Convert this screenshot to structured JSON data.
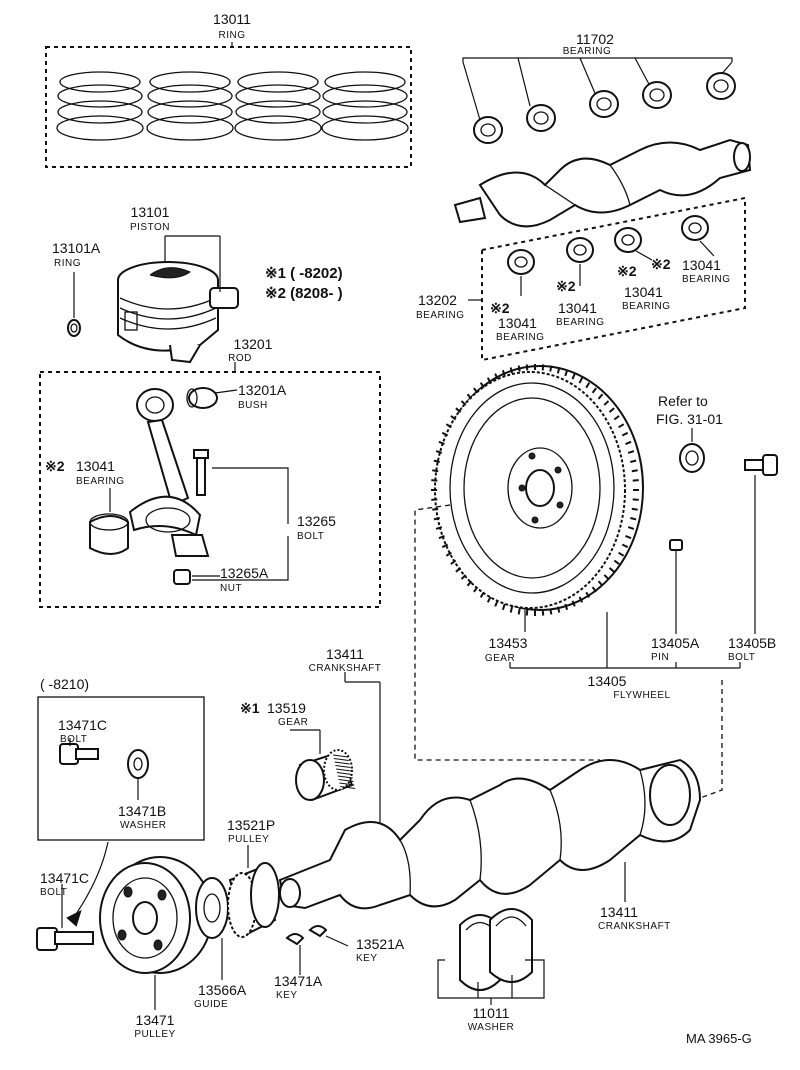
{
  "parts": {
    "ring_set": {
      "number": "13011",
      "name": "RING"
    },
    "piston": {
      "number": "13101",
      "name": "PISTON"
    },
    "piston_ring": {
      "number": "13101A",
      "name": "RING"
    },
    "rod": {
      "number": "13201",
      "name": "ROD"
    },
    "bush": {
      "number": "13201A",
      "name": "BUSH"
    },
    "rod_bearing": {
      "number": "13041",
      "name": "BEARING",
      "mark": "※2"
    },
    "rod_bolt": {
      "number": "13265",
      "name": "BOLT"
    },
    "rod_nut": {
      "number": "13265A",
      "name": "NUT"
    },
    "main_bearing_upper": {
      "number": "11702",
      "name": "BEARING"
    },
    "main_bearing_set": {
      "number": "13202",
      "name": "BEARING"
    },
    "main_bearing_a": {
      "number": "13041",
      "name": "BEARING",
      "mark": "※2"
    },
    "main_bearing_b": {
      "number": "13041",
      "name": "BEARING",
      "mark": "※2"
    },
    "main_bearing_c": {
      "number": "13041",
      "name": "BEARING",
      "mark": "※2"
    },
    "main_bearing_d": {
      "number": "13041",
      "name": "BEARING",
      "mark": "※2"
    },
    "pilot_bearing_note": {
      "line1": "Refer to",
      "line2": "FIG. 31-01"
    },
    "ring_gear": {
      "number": "13453",
      "name": "GEAR"
    },
    "fw_pin": {
      "number": "13405A",
      "name": "PIN"
    },
    "fw_bolt": {
      "number": "13405B",
      "name": "BOLT"
    },
    "flywheel": {
      "number": "13405",
      "name": "FLYWHEEL"
    },
    "crankshaft_top": {
      "number": "13411",
      "name": "CRANKSHAFT"
    },
    "crank_gear": {
      "number": "13519",
      "name": "GEAR",
      "mark": "※1"
    },
    "inset_bolt": {
      "number": "13471C",
      "name": "BOLT"
    },
    "inset_washer": {
      "number": "13471B",
      "name": "WASHER"
    },
    "pulley_bolt": {
      "number": "13471C",
      "name": "BOLT"
    },
    "timing_pulley": {
      "number": "13521P",
      "name": "PULLEY"
    },
    "crankshaft_bottom": {
      "number": "13411",
      "name": "CRANKSHAFT"
    },
    "key_small": {
      "number": "13521A",
      "name": "KEY"
    },
    "thrust_washer": {
      "number": "11011",
      "name": "WASHER"
    },
    "guide": {
      "number": "13566A",
      "name": "GUIDE"
    },
    "pulley_key": {
      "number": "13471A",
      "name": "KEY"
    },
    "crank_pulley": {
      "number": "13471",
      "name": "PULLEY"
    }
  },
  "notes": {
    "note1": "※1 (      -8202)",
    "note2": "※2 (8208-      )",
    "inset_range": "(      -8210)"
  },
  "figure_code": "MA  3965-G"
}
